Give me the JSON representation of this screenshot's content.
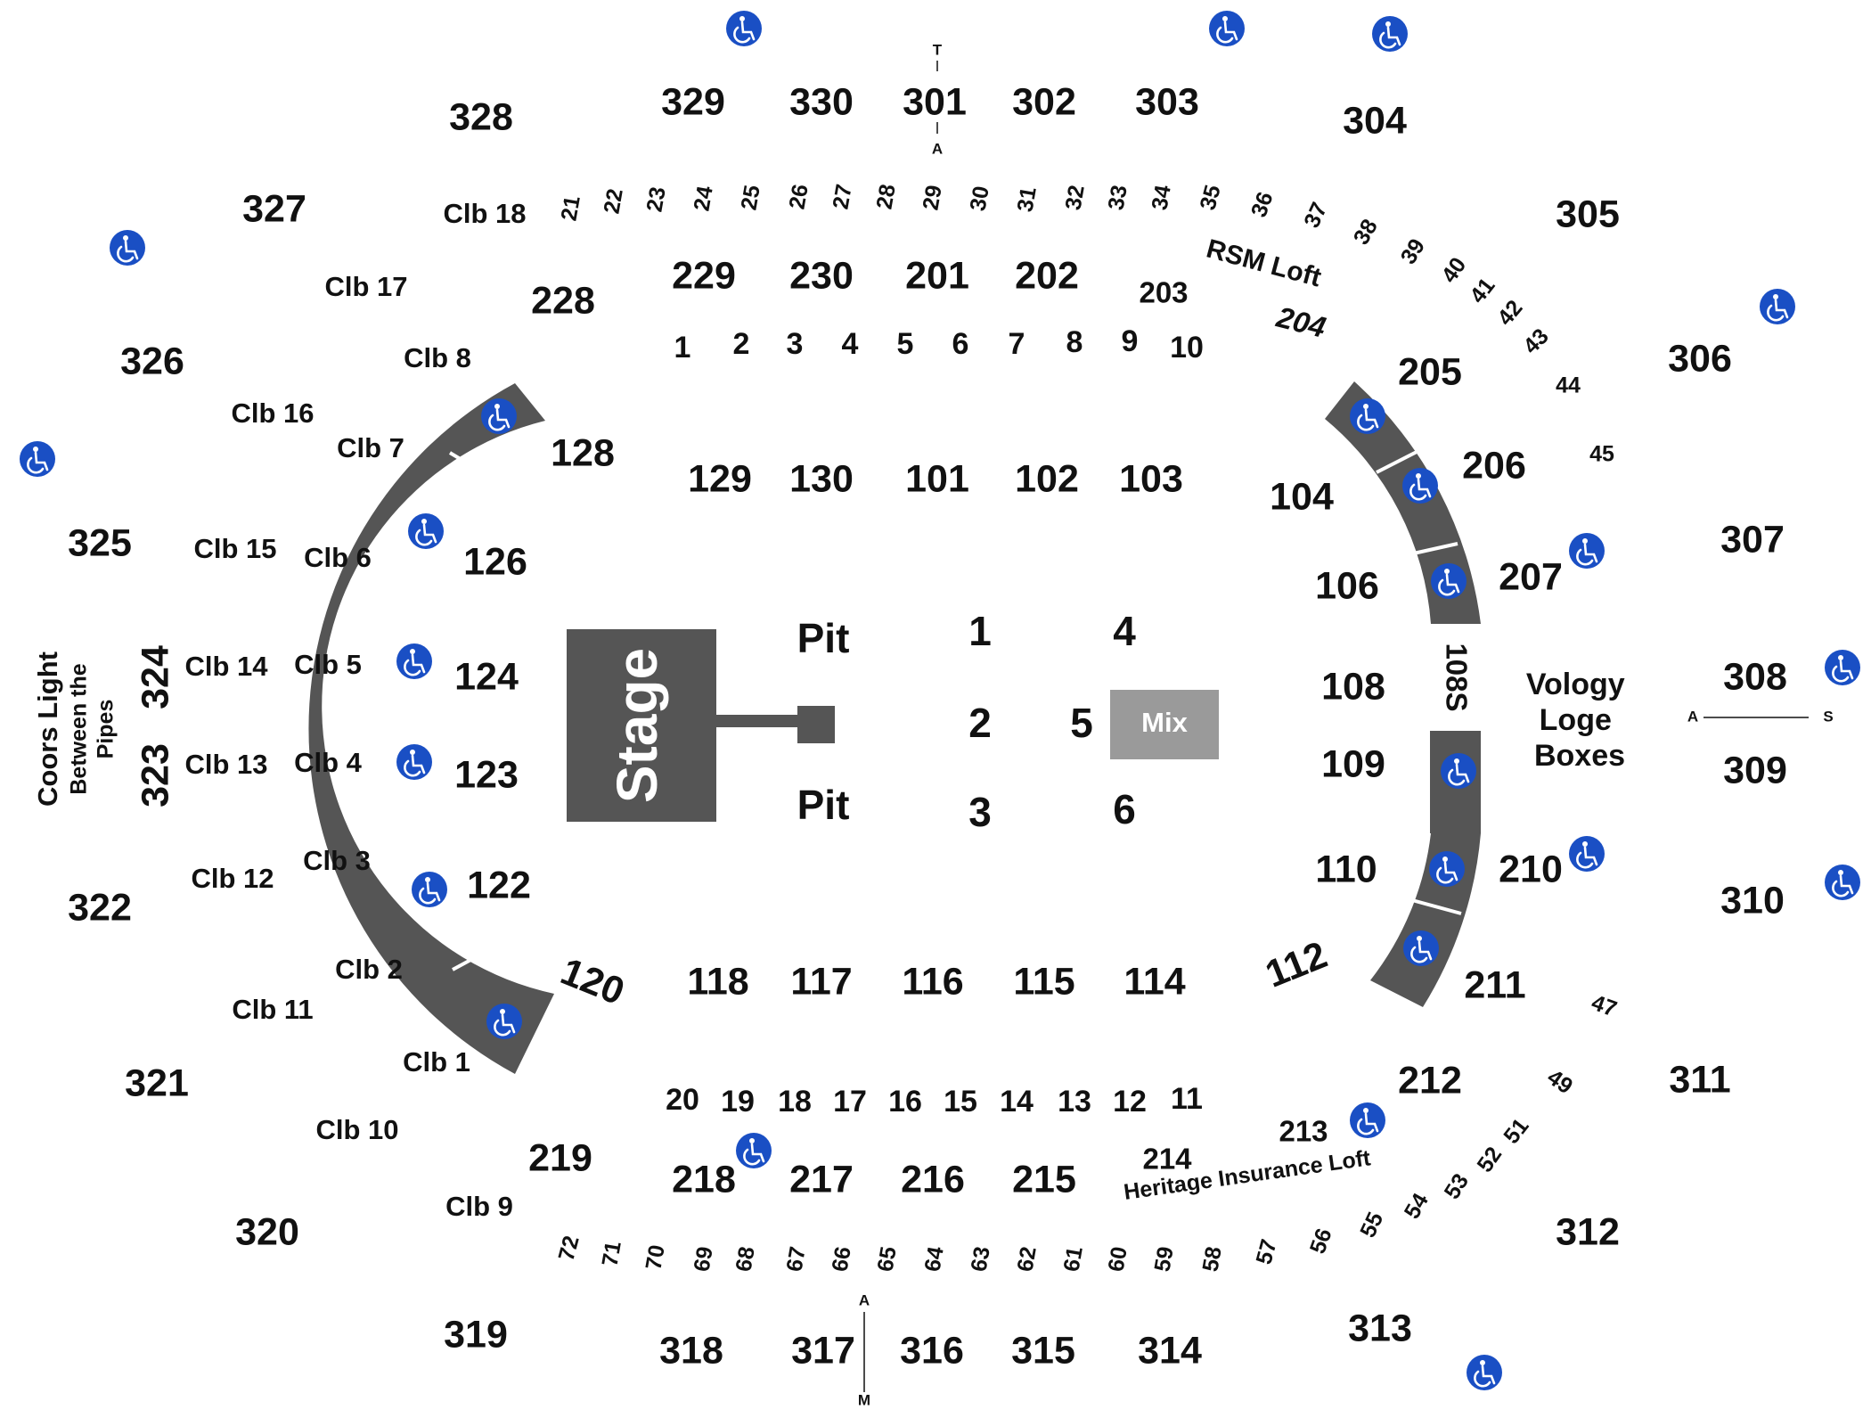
{
  "map": {
    "stage_label": "Stage",
    "mix_label": "Mix",
    "pit_labels": [
      "Pit",
      "Pit"
    ],
    "floor_numbers": [
      "1",
      "2",
      "3",
      "4",
      "5",
      "6"
    ],
    "sections_100": [
      "101",
      "102",
      "103",
      "104",
      "106",
      "108",
      "108S",
      "109",
      "110",
      "112",
      "114",
      "115",
      "116",
      "117",
      "118",
      "120",
      "122",
      "123",
      "124",
      "126",
      "128",
      "129",
      "130"
    ],
    "sections_200": [
      "201",
      "202",
      "203",
      "204",
      "205",
      "206",
      "207",
      "210",
      "211",
      "212",
      "213",
      "214",
      "215",
      "216",
      "217",
      "218",
      "219",
      "228",
      "229",
      "230"
    ],
    "sections_300": [
      "301",
      "302",
      "303",
      "304",
      "305",
      "306",
      "307",
      "308",
      "309",
      "310",
      "311",
      "312",
      "313",
      "314",
      "315",
      "316",
      "317",
      "318",
      "319",
      "320",
      "321",
      "322",
      "323",
      "324",
      "325",
      "326",
      "327",
      "328",
      "329",
      "330"
    ],
    "club_boxes": [
      "Clb 1",
      "Clb 2",
      "Clb 3",
      "Clb 4",
      "Clb 5",
      "Clb 6",
      "Clb 7",
      "Clb 8",
      "Clb 9",
      "Clb 10",
      "Clb 11",
      "Clb 12",
      "Clb 13",
      "Clb 14",
      "Clb 15",
      "Clb 16",
      "Clb 17",
      "Clb 18"
    ],
    "suites_top": [
      "21",
      "22",
      "23",
      "24",
      "25",
      "26",
      "27",
      "28",
      "29",
      "30",
      "31",
      "32",
      "33",
      "34",
      "35",
      "36",
      "37",
      "38",
      "39",
      "40",
      "41",
      "42",
      "43",
      "44",
      "45"
    ],
    "suites_bottom": [
      "47",
      "49",
      "51",
      "52",
      "53",
      "54",
      "55",
      "56",
      "57",
      "58",
      "59",
      "60",
      "61",
      "62",
      "63",
      "64",
      "65",
      "66",
      "67",
      "68",
      "69",
      "70",
      "71",
      "72"
    ],
    "suites_200": [
      "1",
      "2",
      "3",
      "4",
      "5",
      "6",
      "7",
      "8",
      "9",
      "10",
      "11",
      "12",
      "13",
      "14",
      "15",
      "16",
      "17",
      "18",
      "19",
      "20"
    ],
    "named_areas": {
      "rsm_loft": "RSM Loft",
      "heritage_loft": "Heritage Insurance Loft",
      "vology": [
        "Vology",
        "Loge",
        "Boxes"
      ],
      "coors": [
        "Coors Light",
        "Between the",
        "Pipes"
      ]
    },
    "markers": {
      "top": [
        "T",
        "A"
      ],
      "bottom": [
        "A",
        "M"
      ],
      "right": [
        "A",
        "S"
      ]
    },
    "accessibility_icon": "wheelchair-icon",
    "colors": {
      "platform": "#555555",
      "mix_box": "#9a9a9a",
      "accessibility": "#1a4fc4"
    }
  }
}
